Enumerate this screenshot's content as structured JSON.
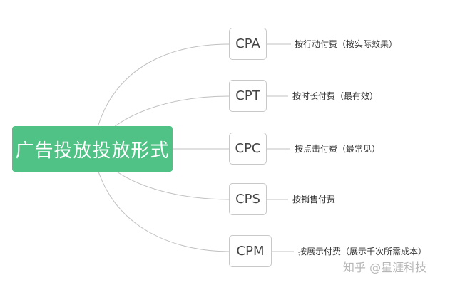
{
  "root": {
    "label": "广告投放投放形式"
  },
  "branches": [
    {
      "code": "CPA",
      "description": "按行动付费（按实际效果）"
    },
    {
      "code": "CPT",
      "description": "按时长付费（最有效）"
    },
    {
      "code": "CPC",
      "description": "按点击付费（最常见）"
    },
    {
      "code": "CPS",
      "description": "按销售付费"
    },
    {
      "code": "CPM",
      "description": "按展示付费（展示千次所需成本）"
    }
  ],
  "watermark": "知乎 @星涯科技",
  "colors": {
    "root_fill": "#50c286",
    "connector": "#c0c0c0",
    "node_border": "#c8c8c8"
  }
}
